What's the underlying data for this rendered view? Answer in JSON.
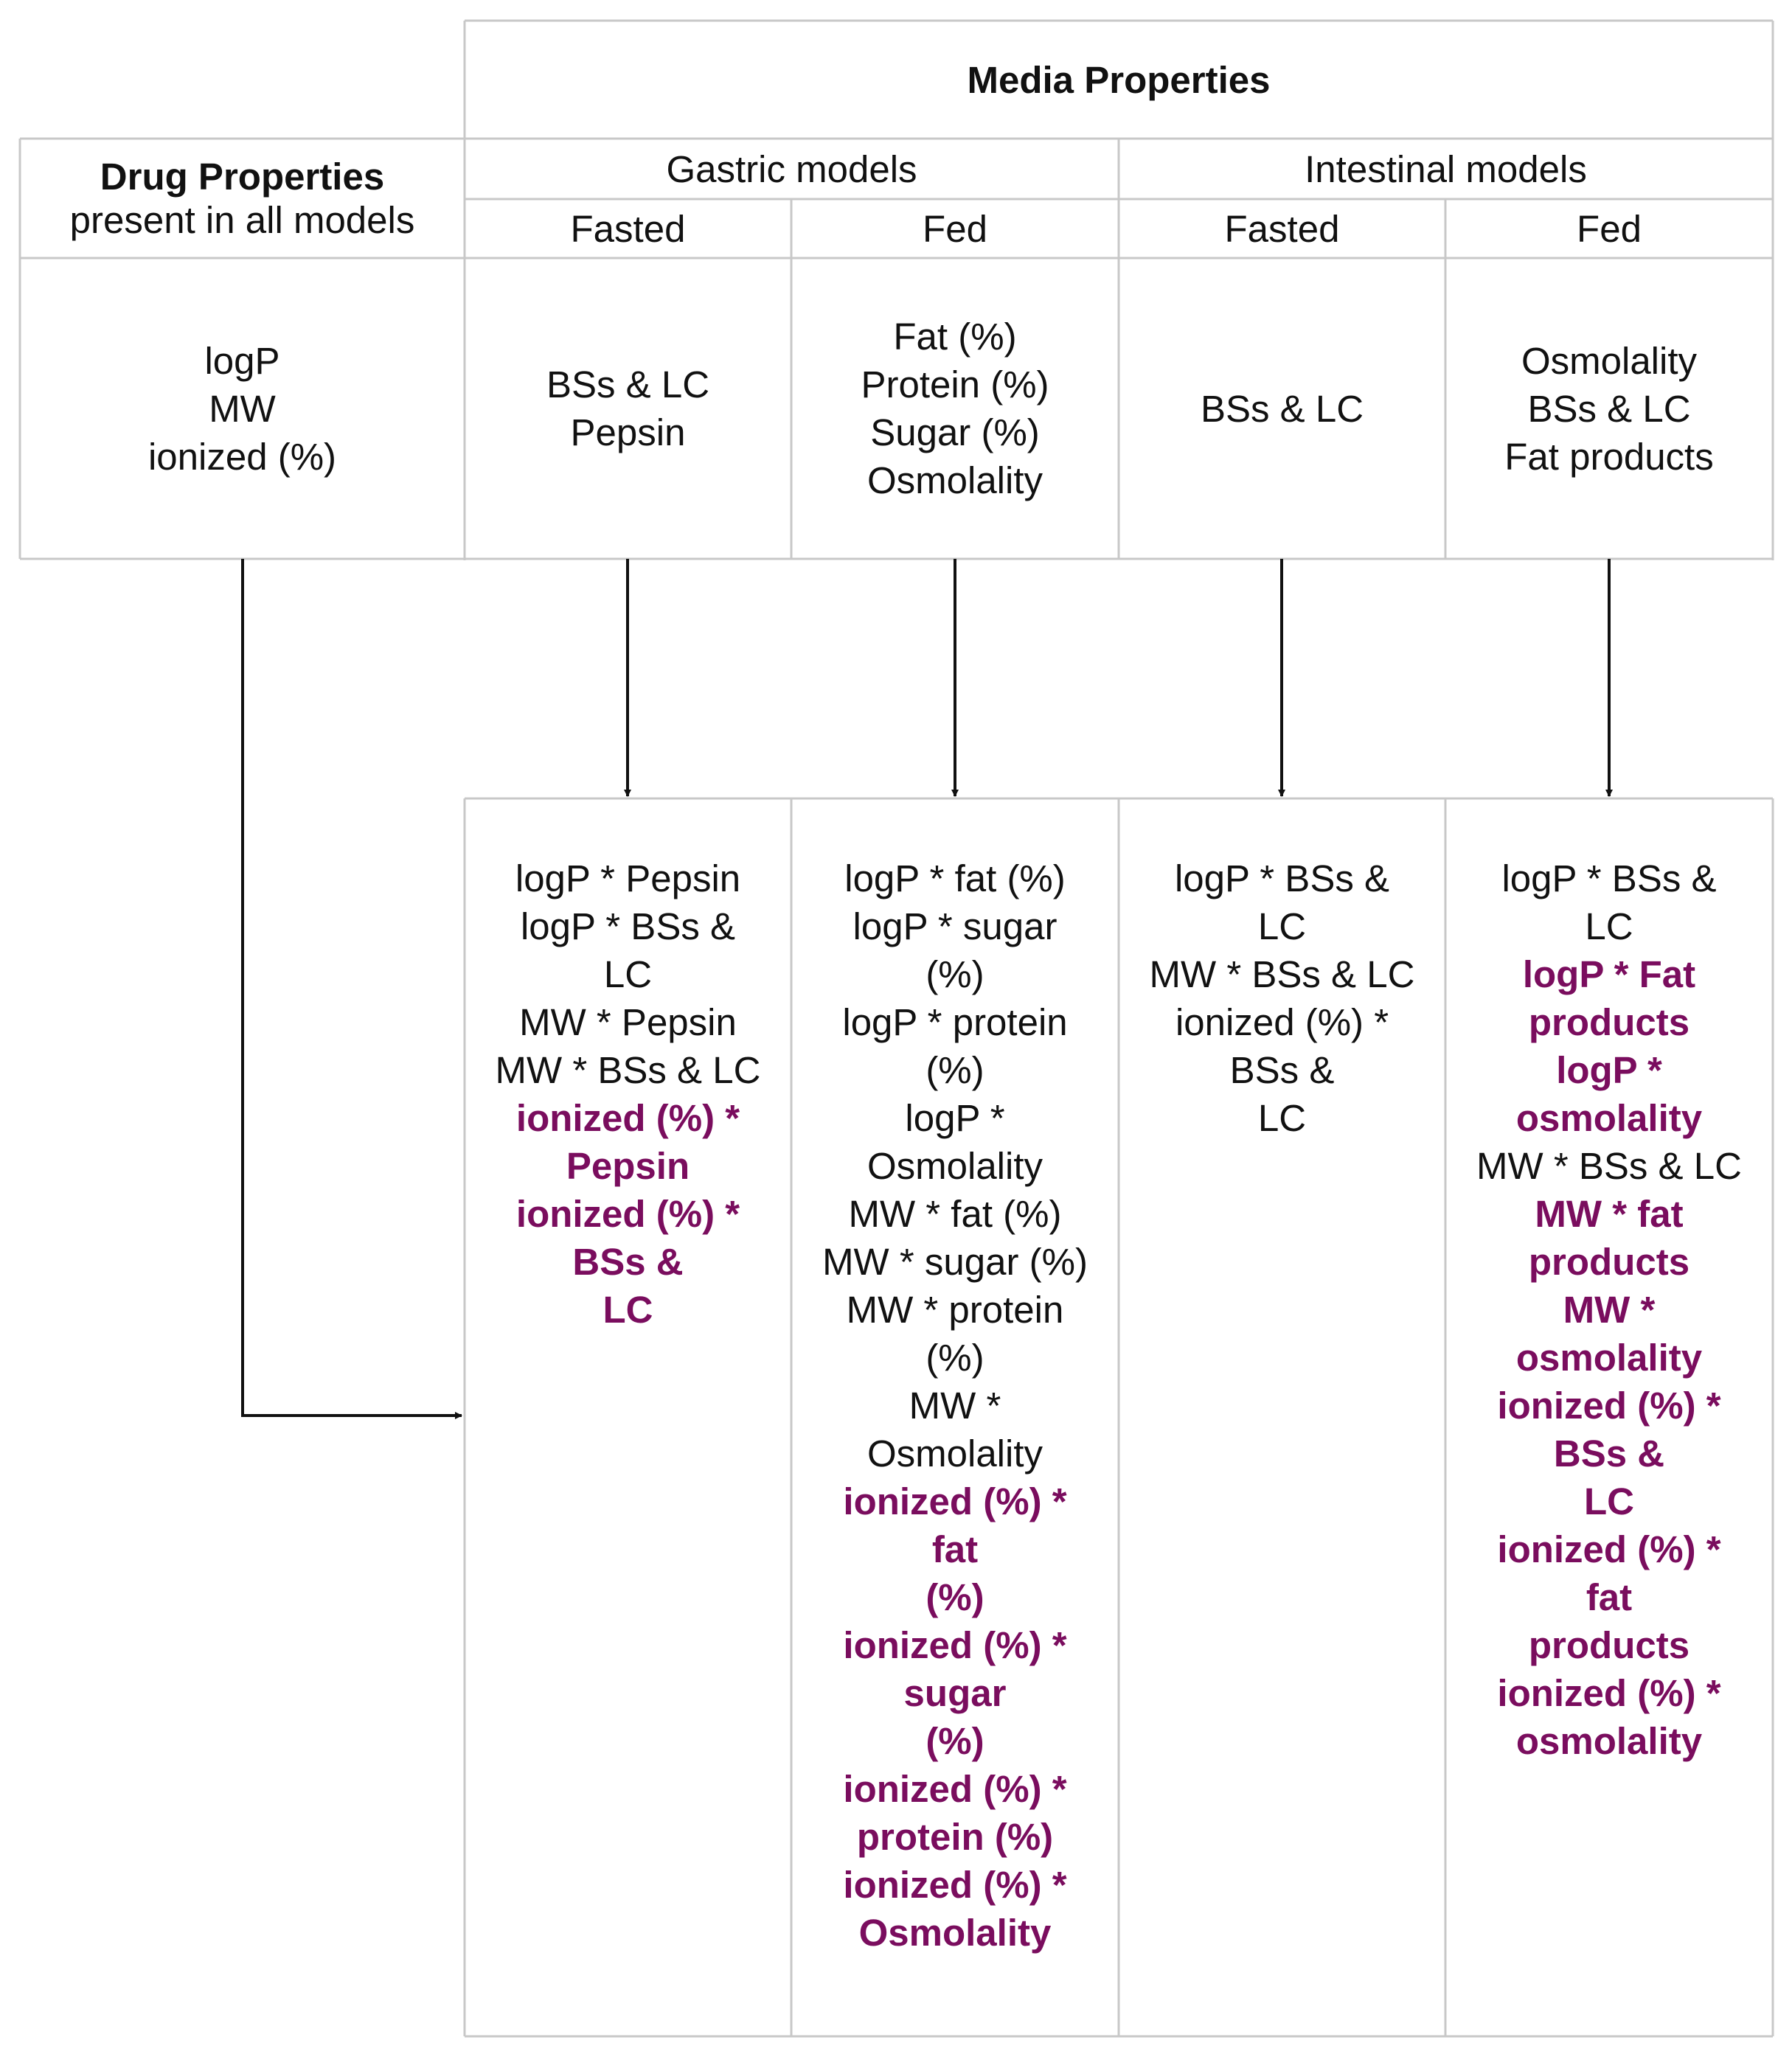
{
  "colors": {
    "border": "#c8c8c8",
    "text": "#111111",
    "highlight": "#7a0d5e",
    "arrow": "#111111"
  },
  "media_header": "Media Properties",
  "drug_header": {
    "title": "Drug Properties",
    "subtitle": "present in all models"
  },
  "groups": {
    "gastric": "Gastric models",
    "intestinal": "Intestinal models"
  },
  "states": {
    "gastric_fasted": "Fasted",
    "gastric_fed": "Fed",
    "intestinal_fasted": "Fasted",
    "intestinal_fed": "Fed"
  },
  "drug_properties": [
    "logP",
    "MW",
    "ionized (%)"
  ],
  "media_properties": {
    "gastric_fasted": [
      "BSs & LC",
      "Pepsin"
    ],
    "gastric_fed": [
      "Fat (%)",
      "Protein (%)",
      "Sugar (%)",
      "Osmolality"
    ],
    "intestinal_fasted": [
      "BSs & LC"
    ],
    "intestinal_fed": [
      "Osmolality",
      "BSs & LC",
      "Fat products"
    ]
  },
  "interactions": {
    "gastric_fasted": [
      {
        "text": "logP * Pepsin",
        "highlight": false
      },
      {
        "text": "logP * BSs &",
        "highlight": false
      },
      {
        "text": "LC",
        "highlight": false
      },
      {
        "text": "MW * Pepsin",
        "highlight": false
      },
      {
        "text": "MW * BSs & LC",
        "highlight": false
      },
      {
        "text": "ionized (%) *",
        "highlight": true
      },
      {
        "text": "Pepsin",
        "highlight": true
      },
      {
        "text": "ionized (%) *",
        "highlight": true
      },
      {
        "text": "BSs &",
        "highlight": true
      },
      {
        "text": "LC",
        "highlight": true
      }
    ],
    "gastric_fed": [
      {
        "text": "logP * fat (%)",
        "highlight": false
      },
      {
        "text": "logP * sugar",
        "highlight": false
      },
      {
        "text": "(%)",
        "highlight": false
      },
      {
        "text": "logP * protein",
        "highlight": false
      },
      {
        "text": "(%)",
        "highlight": false
      },
      {
        "text": "logP *",
        "highlight": false
      },
      {
        "text": "Osmolality",
        "highlight": false
      },
      {
        "text": "MW * fat (%)",
        "highlight": false
      },
      {
        "text": "MW * sugar (%)",
        "highlight": false
      },
      {
        "text": "MW * protein",
        "highlight": false
      },
      {
        "text": "(%)",
        "highlight": false
      },
      {
        "text": "MW *",
        "highlight": false
      },
      {
        "text": "Osmolality",
        "highlight": false
      },
      {
        "text": "ionized (%) *",
        "highlight": true
      },
      {
        "text": "fat",
        "highlight": true
      },
      {
        "text": "(%)",
        "highlight": true
      },
      {
        "text": "ionized (%) *",
        "highlight": true
      },
      {
        "text": "sugar",
        "highlight": true
      },
      {
        "text": "(%)",
        "highlight": true
      },
      {
        "text": "ionized (%) *",
        "highlight": true
      },
      {
        "text": "protein (%)",
        "highlight": true
      },
      {
        "text": "ionized (%) *",
        "highlight": true
      },
      {
        "text": "Osmolality",
        "highlight": true
      }
    ],
    "intestinal_fasted": [
      {
        "text": "logP * BSs &",
        "highlight": false
      },
      {
        "text": "LC",
        "highlight": false
      },
      {
        "text": "MW * BSs & LC",
        "highlight": false
      },
      {
        "text": "ionized (%) *",
        "highlight": false
      },
      {
        "text": "BSs &",
        "highlight": false
      },
      {
        "text": "LC",
        "highlight": false
      }
    ],
    "intestinal_fed": [
      {
        "text": "logP * BSs &",
        "highlight": false
      },
      {
        "text": "LC",
        "highlight": false
      },
      {
        "text": "logP * Fat",
        "highlight": true
      },
      {
        "text": "products",
        "highlight": true
      },
      {
        "text": "logP *",
        "highlight": true
      },
      {
        "text": "osmolality",
        "highlight": true
      },
      {
        "text": "MW * BSs & LC",
        "highlight": false
      },
      {
        "text": "MW * fat",
        "highlight": true
      },
      {
        "text": "products",
        "highlight": true
      },
      {
        "text": "MW *",
        "highlight": true
      },
      {
        "text": "osmolality",
        "highlight": true
      },
      {
        "text": "ionized (%) *",
        "highlight": true
      },
      {
        "text": "BSs &",
        "highlight": true
      },
      {
        "text": "LC",
        "highlight": true
      },
      {
        "text": "ionized (%) *",
        "highlight": true
      },
      {
        "text": "fat",
        "highlight": true
      },
      {
        "text": "products",
        "highlight": true
      },
      {
        "text": "ionized (%) *",
        "highlight": true
      },
      {
        "text": "osmolality",
        "highlight": true
      }
    ]
  }
}
